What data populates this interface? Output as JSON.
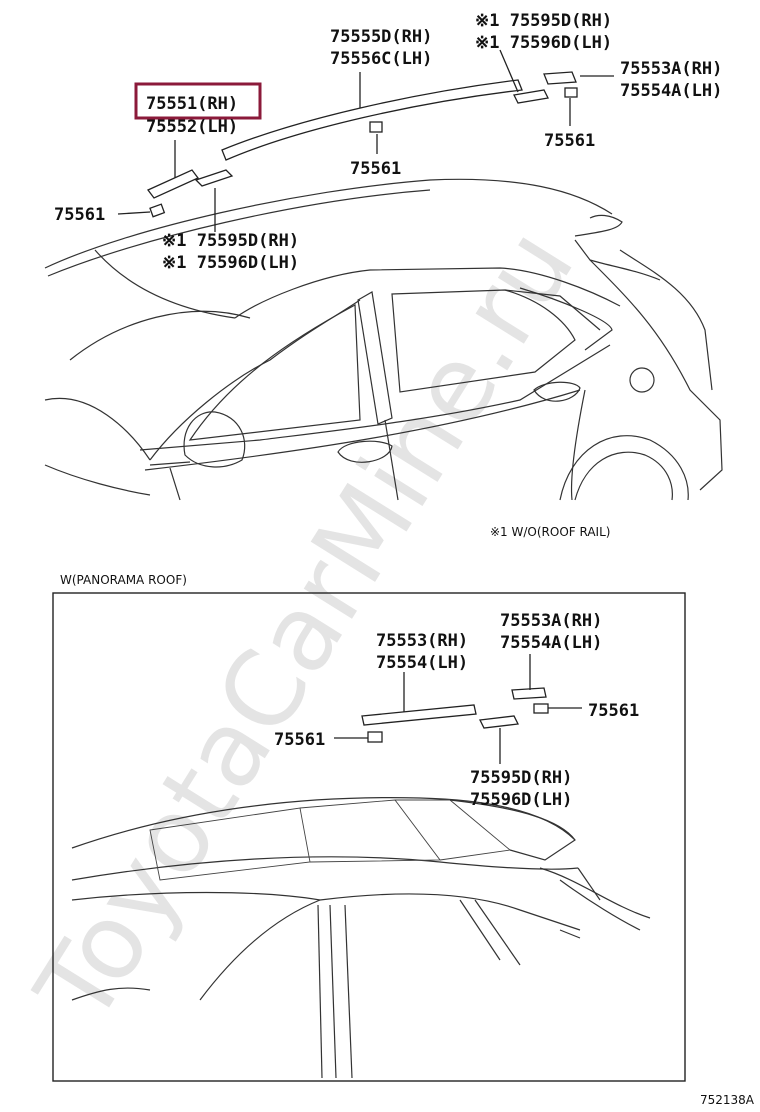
{
  "watermark": "ToyotaCarMine.ru",
  "highlight_color": "#8b1a3a",
  "top": {
    "labels": {
      "l75555d": "75555D(RH)",
      "l75556c": "75556C(LH)",
      "l75595d_tr": "※1 75595D(RH)",
      "l75596d_tr": "※1 75596D(LH)",
      "l75553a": "75553A(RH)",
      "l75554a": "75554A(LH)",
      "l75561_tr": "75561",
      "l75551": "75551(RH)",
      "l75552": "75552(LH)",
      "l75561_mid": "75561",
      "l75561_left": "75561",
      "l75595d_bl": "※1 75595D(RH)",
      "l75596d_bl": "※1 75596D(LH)"
    },
    "note": "※1 W/O(ROOF RAIL)"
  },
  "bottom": {
    "section_title": "W(PANORAMA ROOF)",
    "labels": {
      "l75553": "75553(RH)",
      "l75554": "75554(LH)",
      "l75553a": "75553A(RH)",
      "l75554a": "75554A(LH)",
      "l75561_right": "75561",
      "l75561_left": "75561",
      "l75595d": "75595D(RH)",
      "l75596d": "75596D(LH)"
    }
  },
  "figure_code": "752138A"
}
